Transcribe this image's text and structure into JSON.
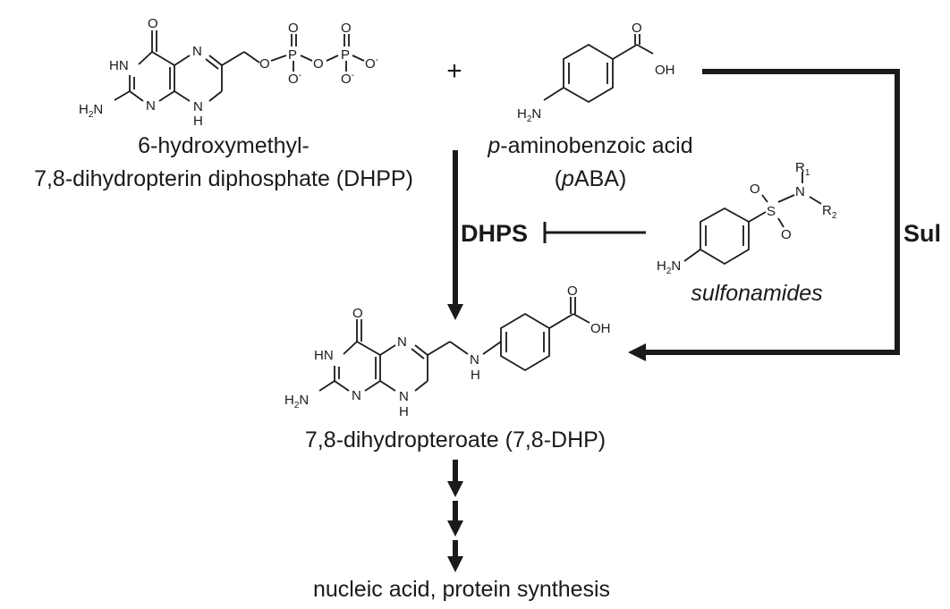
{
  "reactant_1": {
    "name_line_1": "6-hydroxymethyl-",
    "name_line_2": "7,8-dihydropterin diphosphate (DHPP)"
  },
  "plus_sign": "+",
  "reactant_2": {
    "name_prefix": "p",
    "name_rest": "-aminobenzoic acid",
    "abbr_open": "(",
    "abbr_italic": "p",
    "abbr_rest": "ABA)"
  },
  "inhibitor": {
    "name": "sulfonamides"
  },
  "enzymes": {
    "dhps": "DHPS",
    "sul": "Sul"
  },
  "product": {
    "name": "7,8-dihydropteroate (7,8-DHP)"
  },
  "downstream": {
    "name": "nucleic acid, protein synthesis"
  },
  "atoms": {
    "O": "O",
    "HN": "HN",
    "N": "N",
    "H2N_H": "H",
    "H2N_2": "2",
    "H2N_N": "N",
    "NH_N": "N",
    "NH_H": "H",
    "P": "P",
    "O_minus": "O",
    "minus": "-",
    "OH": "OH",
    "S": "S",
    "R": "R",
    "one": "1",
    "two": "2",
    "H": "H"
  }
}
